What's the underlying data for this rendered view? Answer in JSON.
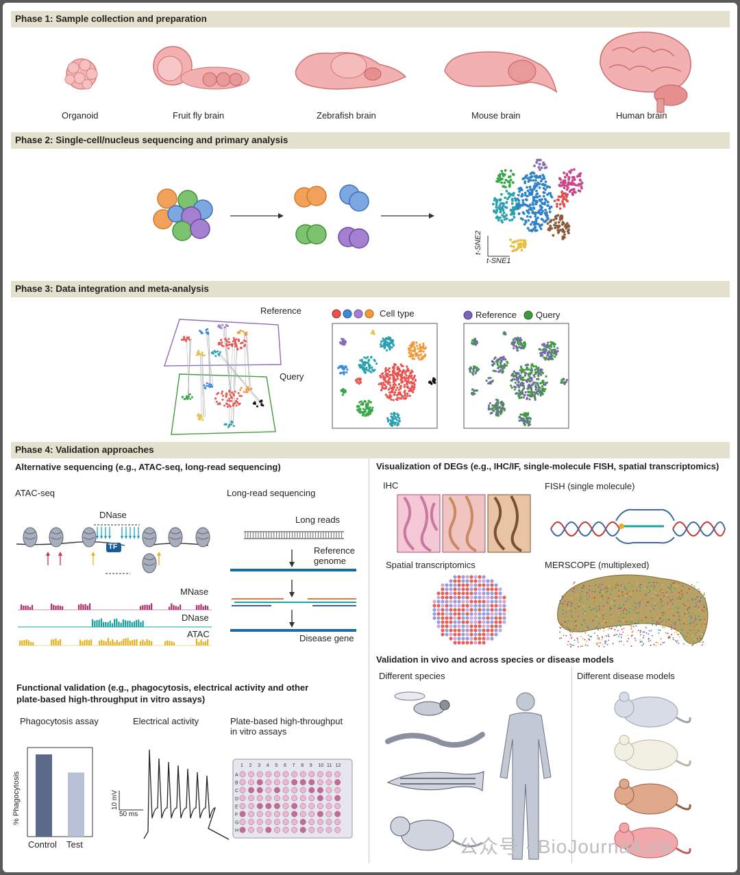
{
  "phases": {
    "p1": {
      "title": "Phase 1: Sample collection and preparation",
      "samples": [
        "Organoid",
        "Fruit fly brain",
        "Zebrafish brain",
        "Mouse brain",
        "Human brain"
      ]
    },
    "p2": {
      "title": "Phase 2: Single-cell/nucleus sequencing and primary analysis",
      "axis_y": "t-SNE2",
      "axis_x": "t-SNE1"
    },
    "p3": {
      "title": "Phase 3: Data integration and meta-analysis",
      "reference": "Reference",
      "query": "Query",
      "legend_celltype": "Cell type",
      "legend_ref": "Reference",
      "legend_query": "Query"
    },
    "p4": {
      "title": "Phase 4: Validation approaches",
      "alt_seq": {
        "title": "Alternative sequencing (e.g., ATAC-seq, long-read sequencing)",
        "atac": "ATAC-seq",
        "dnase": "DNase",
        "tf": "TF",
        "mnase_track": "MNase",
        "dnase_track": "DNase",
        "atac_track": "ATAC",
        "long_read": "Long-read sequencing",
        "long_reads": "Long reads",
        "reference_genome": "Reference genome",
        "disease_gene": "Disease gene"
      },
      "vis": {
        "title": "Visualization of DEGs (e.g., IHC/IF, single-molecule FISH, spatial transcriptomics)",
        "ihc": "IHC",
        "fish": "FISH (single molecule)",
        "spatial": "Spatial transcriptomics",
        "merscope": "MERSCOPE (multiplexed)"
      },
      "functional": {
        "title": "Functional validation (e.g., phagocytosis, electrical activity and other",
        "title2": "plate-based high-throughput in vitro assays)",
        "phago": "Phagocytosis assay",
        "elec": "Electrical activity",
        "plate": "Plate-based high-throughput",
        "plate2": "in vitro assays",
        "ylabel": "% Phagocytosis",
        "scale_mv": "10 mV",
        "scale_ms": "50 ms",
        "bars": [
          {
            "label": "Control",
            "value": 1.0
          },
          {
            "label": "Test",
            "value": 0.78
          }
        ],
        "plate_cols": [
          "1",
          "2",
          "3",
          "4",
          "5",
          "6",
          "7",
          "8",
          "9",
          "10",
          "11",
          "12"
        ],
        "plate_rows": [
          "A",
          "B",
          "C",
          "D",
          "E",
          "F",
          "G",
          "H"
        ]
      },
      "invivo": {
        "title": "Validation in vivo and across species or disease models",
        "species": "Different species",
        "disease": "Different disease models"
      }
    }
  },
  "watermark": "公众号 · BioJournalLink",
  "colors": {
    "bar_bg": "#e3e1cd",
    "ref_purple": "#8a6bb8",
    "query_green": "#3f9a3f",
    "control": "#5c6a8a",
    "test": "#b9c1d6",
    "pink_plate": "#d8a0c0"
  }
}
